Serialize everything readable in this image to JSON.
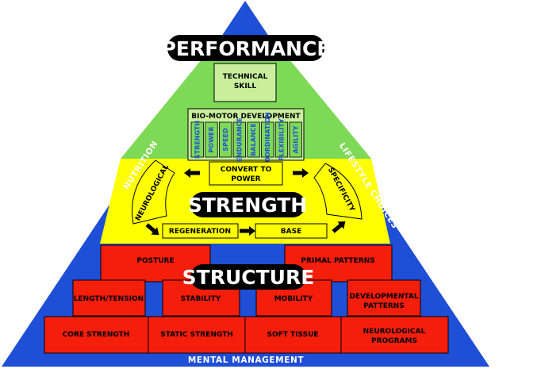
{
  "colors": {
    "frame": "#1f4fd6",
    "green": "#7ed957",
    "light_green": "#c9ef9c",
    "yellow": "#ffff00",
    "red": "#f41e0a",
    "black": "#000000",
    "white": "#ffffff"
  },
  "tiers": {
    "performance": "PERFORMANCE",
    "strength": "STRENGTH",
    "structure": "STRUCTURE"
  },
  "sides": {
    "left": "NUTRITION",
    "right": "LIFESTYLE CHOICES",
    "bottom": "MENTAL MANAGEMENT"
  },
  "performance": {
    "technical_skill": [
      "TECHNICAL",
      "SKILL"
    ],
    "bio_motor": {
      "title": "BIO-MOTOR DEVELOPMENT",
      "qualities": [
        "STRENGTH",
        "POWER",
        "SPEED",
        "ENDURANCE",
        "BALANCE",
        "COORDINATION",
        "FLEXIBILITY",
        "AGILITY"
      ]
    }
  },
  "strength": {
    "convert": [
      "CONVERT TO",
      "POWER"
    ],
    "neurological": "NEUROLOGICAL",
    "specificity": "SPECIFICITY",
    "regeneration": "REGENERATION",
    "base": "BASE",
    "arrows": [
      "left-arrow",
      "right-arrow",
      "down-right-arrow",
      "right-arrow",
      "up-right-arrow"
    ]
  },
  "structure": {
    "row1": [
      "POSTURE",
      "PRIMAL PATTERNS"
    ],
    "row2": [
      "LENGTH/TENSION",
      "STABILITY",
      "MOBILITY",
      [
        "DEVELOPMENTAL",
        "PATTERNS"
      ]
    ],
    "row3": [
      "CORE STRENGTH",
      "STATIC STRENGTH",
      "SOFT TISSUE",
      [
        "NEUROLOGICAL",
        "PROGRAMS"
      ]
    ]
  }
}
